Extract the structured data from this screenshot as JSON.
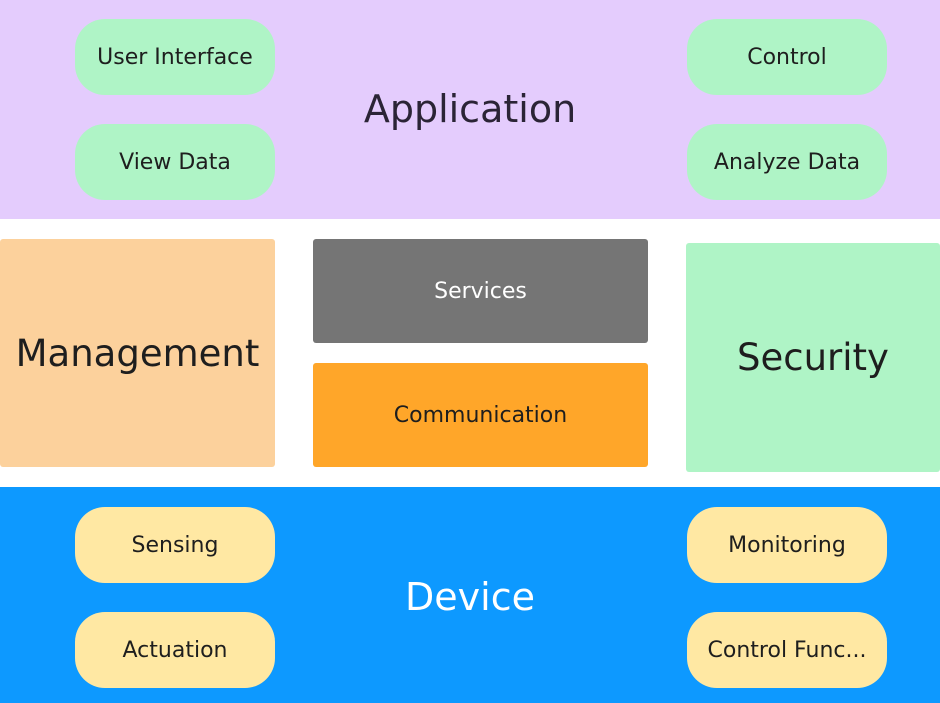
{
  "application": {
    "title": "Application",
    "items": {
      "user_interface": "User Interface",
      "view_data": "View Data",
      "control": "Control",
      "analyze_data": "Analyze Data"
    }
  },
  "middle": {
    "management": "Management",
    "services": "Services",
    "communication": "Communication",
    "security": "Security"
  },
  "device": {
    "title": "Device",
    "items": {
      "sensing": "Sensing",
      "actuation": "Actuation",
      "monitoring": "Monitoring",
      "control_functions": "Control Func..."
    }
  },
  "colors": {
    "application_layer": "#e4ccfd",
    "device_layer": "#0d99ff",
    "green_pill": "#aff4c6",
    "yellow_pill": "#ffe8a3",
    "management": "#fcd19c",
    "security": "#aff4c6",
    "services": "#757575",
    "communication": "#ffa629"
  }
}
